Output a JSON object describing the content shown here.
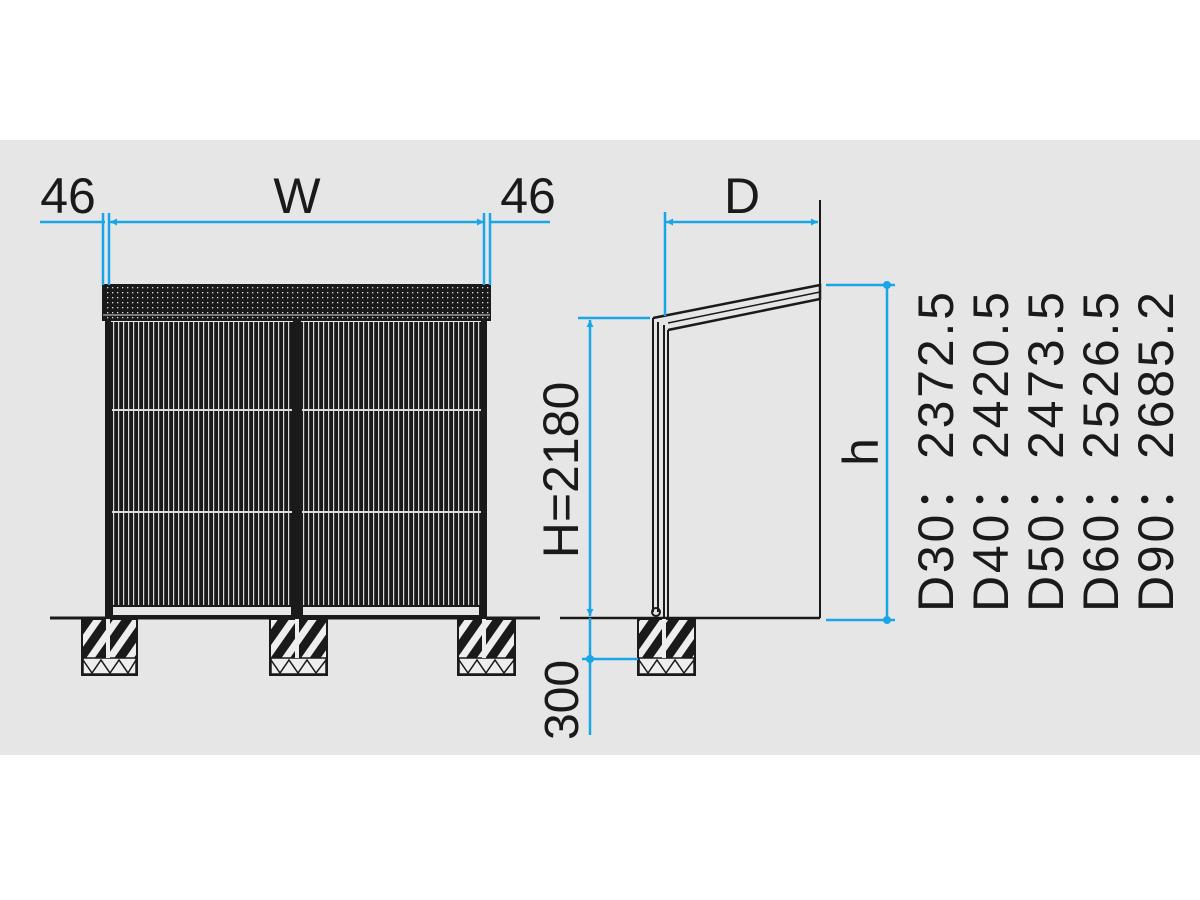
{
  "front_view": {
    "left_offset_label": "46",
    "width_label": "W",
    "right_offset_label": "46"
  },
  "side_view": {
    "depth_label": "D",
    "height_label": "H=2180",
    "foundation_label": "300",
    "total_height_label": "h"
  },
  "height_table": [
    {
      "depth": "D30",
      "value": "2372.5",
      "text": "D30：2372.5"
    },
    {
      "depth": "D40",
      "value": "2420.5",
      "text": "D40：2420.5"
    },
    {
      "depth": "D50",
      "value": "2473.5",
      "text": "D50：2473.5"
    },
    {
      "depth": "D60",
      "value": "2526.5",
      "text": "D60：2526.5"
    },
    {
      "depth": "D90",
      "value": "2685.2",
      "text": "D90：2685.2"
    }
  ],
  "colors": {
    "dimension": "#1aa6e6",
    "line": "#1a1a1a",
    "background": "#e6e6e7"
  }
}
